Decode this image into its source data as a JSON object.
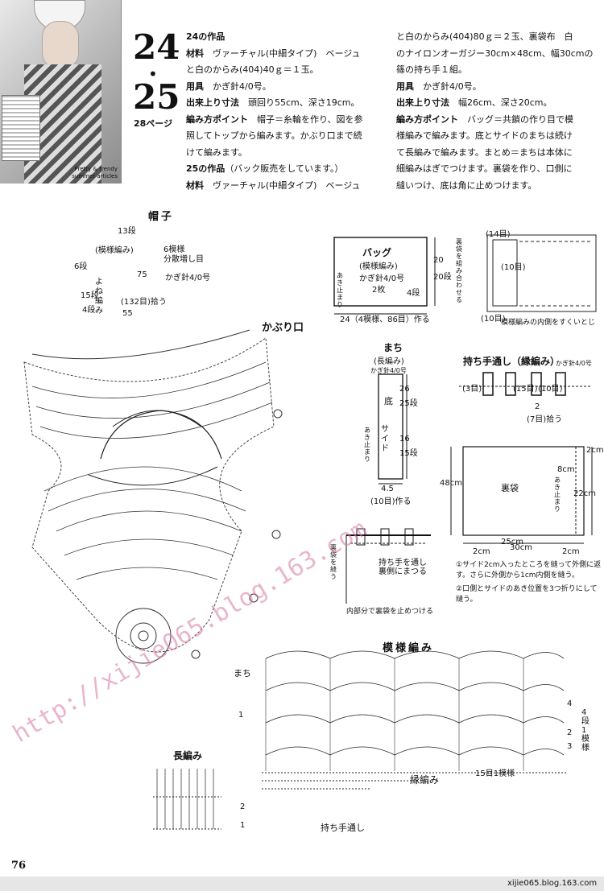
{
  "photo": {
    "caption_line1": "Pretty & trendy",
    "caption_line2": "summer articles"
  },
  "header": {
    "num_top": "24",
    "dot": "•",
    "num_bottom": "25",
    "page_ref": "28ページ"
  },
  "col1": [
    {
      "head": "24の作品",
      "text": ""
    },
    {
      "head": "材料",
      "text": "　ヴァーチャル(中細タイプ)　ベージュ"
    },
    {
      "head": "",
      "text": "と白のからみ(404)40ｇ＝１玉。"
    },
    {
      "head": "用具",
      "text": "　かぎ針4/0号。"
    },
    {
      "head": "出来上り寸法",
      "text": "　頭回り55cm、深さ19cm。"
    },
    {
      "head": "編み方ポイント",
      "text": "　帽子＝糸輪を作り、図を参"
    },
    {
      "head": "",
      "text": "照してトップから編みます。かぶり口まで続"
    },
    {
      "head": "",
      "text": "けて編みます。"
    },
    {
      "head": "25の作品",
      "text": "（バック販売をしています。）"
    },
    {
      "head": "材料",
      "text": "　ヴァーチャル(中細タイプ)　ベージュ"
    }
  ],
  "col2": [
    {
      "head": "",
      "text": "と白のからみ(404)80ｇ＝２玉、裏袋布　白"
    },
    {
      "head": "",
      "text": "のナイロンオーガジー30cm×48cm、幅30cmの"
    },
    {
      "head": "",
      "text": "篠の持ち手１組。"
    },
    {
      "head": "用具",
      "text": "　かぎ針4/0号。"
    },
    {
      "head": "出来上り寸法",
      "text": "　幅26cm、深さ20cm。"
    },
    {
      "head": "編み方ポイント",
      "text": "　バッグ＝共鎖の作り目で模"
    },
    {
      "head": "",
      "text": "様編みで編みます。底とサイドのまちは続け"
    },
    {
      "head": "",
      "text": "て長編みで編みます。まとめ＝まちは本体に"
    },
    {
      "head": "",
      "text": "細編みはぎでつけます。裏袋を作り、口側に"
    },
    {
      "head": "",
      "text": "縫いつけ、底は角に止めつけます。"
    }
  ],
  "hat": {
    "title": "帽子",
    "pattern": "(模様編み)",
    "increase": "6模様\n分散増し目",
    "n13": "13段",
    "n6": "6段",
    "n75": "75",
    "hook": "かぎ針4/0号",
    "yone": "よね編み",
    "n15": "15段",
    "n4": "4段",
    "n132": "(132目)拾う",
    "n55": "55",
    "kaburi": "かぶり口"
  },
  "bag": {
    "title": "バッグ",
    "pattern": "(模様編み)",
    "hook": "かぎ針4/0号",
    "count": "2枚",
    "n20a": "20",
    "n20b": "20段",
    "n4": "4段",
    "bottom": "24（4模様、86目）作る",
    "start": "あき止まり"
  },
  "gusset": {
    "title": "まち",
    "pattern": "(長編み)",
    "hook": "かぎ針4/0号",
    "bottom": "底",
    "side": "サイド",
    "n26": "26",
    "n25": "25段",
    "n16": "16",
    "n15": "15段",
    "n45": "4.5",
    "n10": "(10目)作る",
    "start": "あき止まり"
  },
  "handle": {
    "title": "持ち手通し（縁編み）",
    "hook": "かぎ針4/0号",
    "n3": "(3目)",
    "n15": "(15目)",
    "n10": "(10目)",
    "n2": "2",
    "n7": "(7目)拾う"
  },
  "attach": {
    "label1": "持ち手を通し",
    "label2": "裏側にまつる",
    "label3": "裏袋を縫う",
    "bottom": "内部分で裏袋を止めつける"
  },
  "diagram_top": {
    "n14": "(14目)",
    "n10": "(10目)",
    "n10b": "(10目)",
    "note": "裏袋を組み合わせる",
    "bottom": "模様編みの内側をすくいとじ"
  },
  "lining": {
    "title": "裏袋",
    "n2cm": "2cm",
    "n8cm": "8cm",
    "n22cm": "22cm",
    "n48": "48cm",
    "n25": "25cm",
    "n2a": "2cm",
    "n2b": "2cm",
    "n30": "30cm",
    "open": "あき止まり"
  },
  "notes": [
    {
      "num": "①",
      "text": "サイド2cm入ったところを縫って外側に返す。さらに外側から1cm内側を縫う。"
    },
    {
      "num": "②",
      "text": "口側とサイドのあき位置を3つ折りにして縫う。"
    }
  ],
  "pattern": {
    "title": "模様編み",
    "machi": "まち",
    "edge": "縁編み",
    "handle": "持ち手通し",
    "rep": "4段1模様",
    "count": "15目1模様",
    "r1": "1",
    "r2": "2",
    "r4": "4",
    "r3": "3"
  },
  "long": {
    "title": "長編み",
    "r1": "1",
    "r2": "2"
  },
  "watermark": "http://xijie065.blog.163.com",
  "page_number": "76",
  "footer_url": "xijie065.blog.163.com",
  "colors": {
    "watermark": "#d77aa6",
    "ink": "#111111",
    "footer": "#e6e6e6"
  }
}
